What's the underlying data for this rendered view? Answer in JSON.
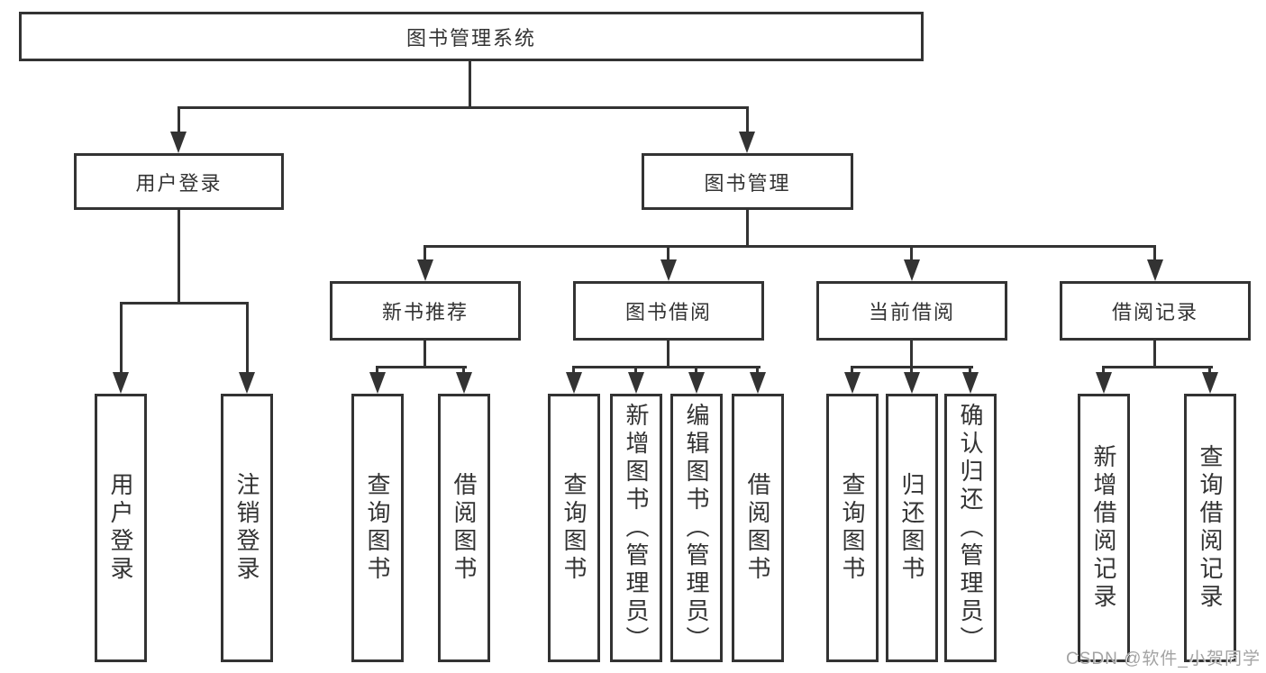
{
  "diagram_type": "hierarchy",
  "colors": {
    "line": "#333333",
    "text": "#333333",
    "bg": "#ffffff",
    "watermark": "#a3a3a3"
  },
  "tree": {
    "root": {
      "label": "图书管理系统",
      "children": [
        {
          "label": "用户登录",
          "children": [
            {
              "label": "用户登录"
            },
            {
              "label": "注销登录"
            }
          ]
        },
        {
          "label": "图书管理",
          "children": [
            {
              "label": "新书推荐",
              "children": [
                {
                  "label": "查询图书"
                },
                {
                  "label": "借阅图书"
                }
              ]
            },
            {
              "label": "图书借阅",
              "children": [
                {
                  "label": "查询图书"
                },
                {
                  "label": "新增图书（管理员）"
                },
                {
                  "label": "编辑图书（管理员）"
                },
                {
                  "label": "借阅图书"
                }
              ]
            },
            {
              "label": "当前借阅",
              "children": [
                {
                  "label": "查询图书"
                },
                {
                  "label": "归还图书"
                },
                {
                  "label": "确认归还（管理员）"
                }
              ]
            },
            {
              "label": "借阅记录",
              "children": [
                {
                  "label": "新增借阅记录"
                },
                {
                  "label": "查询借阅记录"
                }
              ]
            }
          ]
        }
      ]
    }
  },
  "watermark": {
    "text": "CSDN @软件_小贺同学"
  }
}
